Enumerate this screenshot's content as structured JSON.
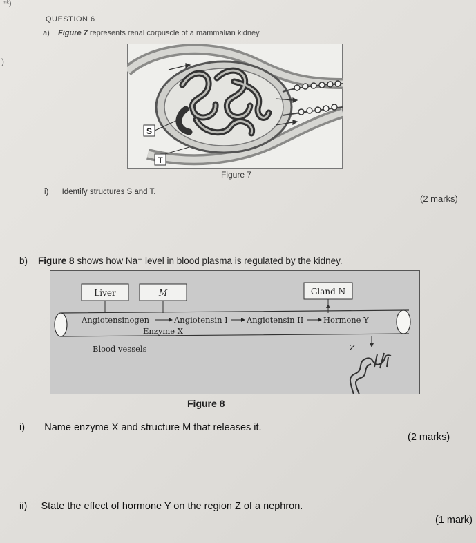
{
  "page": {
    "corner_mark": "ᵐᵏ)",
    "left_mark": ")",
    "question_title": "QUESTION 6"
  },
  "part_a": {
    "label": "a)",
    "fig_ref": "Figure 7",
    "text": "represents renal corpuscle of a mammalian kidney.",
    "figure_caption": "Figure 7",
    "figure_labels": {
      "s": "S",
      "t": "T"
    },
    "q1_label": "i)",
    "q1_text": "Identify structures S and T.",
    "q1_marks": "(2 marks)"
  },
  "part_b": {
    "label": "b)",
    "fig_ref": "Figure 8",
    "text": "shows how Na⁺ level in blood plasma is regulated by the kidney.",
    "figure_caption": "Figure 8",
    "diagram": {
      "liver": "Liver",
      "m": "M",
      "gland_n": "Gland N",
      "angiotensinogen": "Angiotensinogen",
      "angiotensin_1": "Angiotensin I",
      "angiotensin_2": "Angiotensin II",
      "hormone_y": "Hormone Y",
      "enzyme_x": "Enzyme X",
      "blood_vessels": "Blood vessels",
      "z": "Z"
    },
    "q1_label": "i)",
    "q1_text": "Name enzyme X and structure M that releases it.",
    "q1_marks": "(2 marks)",
    "q2_label": "ii)",
    "q2_text": "State the effect of hormone Y on the region Z of a nephron.",
    "q2_marks": "(1 mark)"
  }
}
